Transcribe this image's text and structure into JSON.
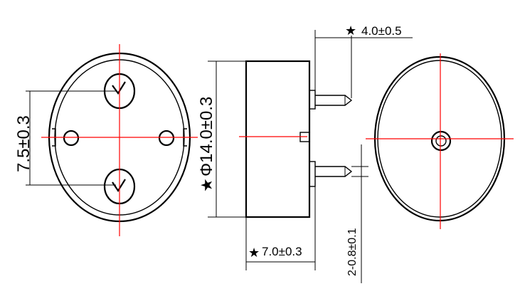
{
  "dimensions": {
    "terminal_spacing": "7.5±0.3",
    "diameter": "Φ14.0±0.3",
    "pin_length": "4.0±0.5",
    "body_height": "7.0±0.3",
    "pin_diameter": "2-0.8±0.1"
  },
  "symbols": {
    "star": "★"
  },
  "colors": {
    "outline": "#000000",
    "centerline": "#ff0000"
  }
}
